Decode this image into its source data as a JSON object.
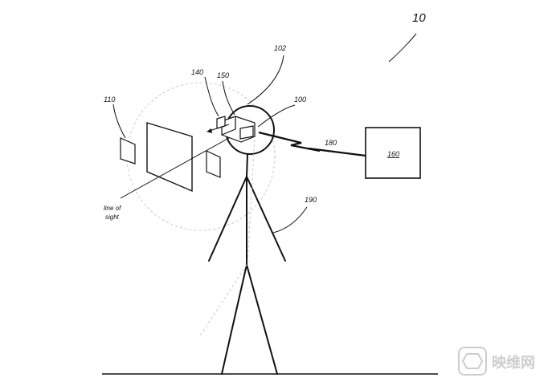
{
  "figure": {
    "labels": {
      "fig_number": "10",
      "head_circle": "102",
      "device": "100",
      "indicator_140": "140",
      "indicator_150": "150",
      "object_110": "110",
      "link_180": "180",
      "box_160": "160",
      "body_190": "190",
      "line_of_sight_1": "line of",
      "line_of_sight_2": "sight"
    },
    "watermark": {
      "text": "映维网",
      "color": "#bdbdbd"
    },
    "line_color": "#111111",
    "dashed_color": "#c8c8c8"
  }
}
